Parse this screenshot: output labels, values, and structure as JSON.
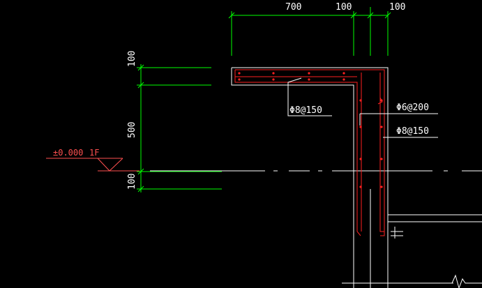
{
  "dimensions": {
    "top": [
      "700",
      "100",
      "100"
    ],
    "left": [
      "100",
      "500",
      "100"
    ]
  },
  "rebar_labels": {
    "slab_bar": "Φ8@150",
    "stirrup": "Φ6@200",
    "wall_bar": "Φ8@150"
  },
  "elevation": {
    "value": "±0.000",
    "floor": "1F"
  },
  "colors": {
    "background": "#000000",
    "dimension": "#00ff00",
    "concrete": "#ffffff",
    "rebar": "#ff2020",
    "rebar_dots": "#ff2020",
    "elevation": "#ff5050",
    "centerline": "#ffffff"
  }
}
